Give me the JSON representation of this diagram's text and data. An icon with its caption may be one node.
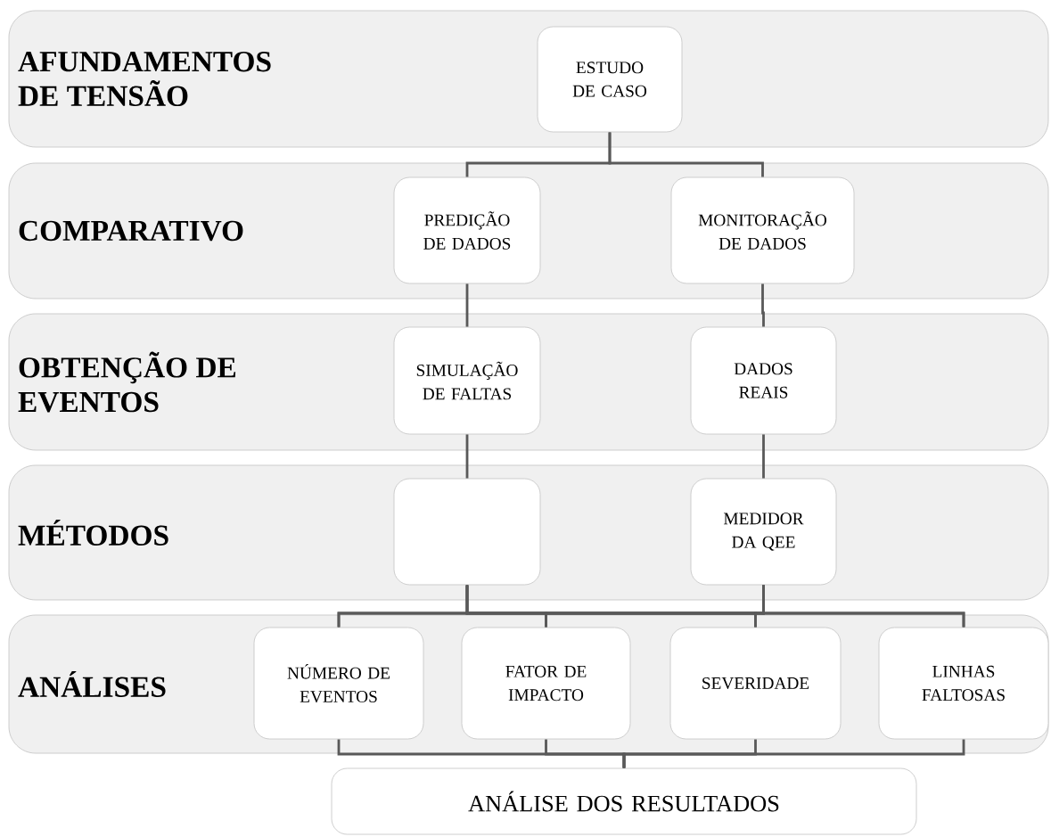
{
  "diagram": {
    "nodes": [
      {
        "text": [
          "AFUNDAMENTOS DE TENSÃO"
        ]
      },
      {
        "text": [
          "ESTUDO DE CASO"
        ],
        "in": 0
      },
      {
        "text": [
          "COMPARATIVO"
        ]
      },
      {
        "text": [
          "PREDIÇÃO DE DADOS"
        ],
        "in": 2
      },
      {
        "text": [
          "MONITORAÇÃO DE DADOS"
        ],
        "in": 2
      },
      {
        "text": [
          "OBTENÇÃO DE EVENTOS"
        ]
      },
      {
        "text": [
          "SIMULAÇÃO DE FALTAS"
        ],
        "in": 5
      },
      {
        "text": [
          "DADOS REAIS"
        ],
        "in": 5
      },
      {
        "text": [
          "MÉTODOS"
        ]
      },
      {
        "text": [],
        "shape": "box",
        "in": 8
      },
      {
        "text": [
          "MEDIDOR DA QEE"
        ],
        "in": 8
      },
      {
        "text": [
          "ANÁLISES"
        ]
      },
      {
        "text": [
          "NÚMERO DE EVENTOS"
        ],
        "in": 11
      },
      {
        "text": [
          "FATOR DE IMPACTO"
        ],
        "in": 11
      },
      {
        "text": [
          "SEVERIDADE"
        ],
        "in": 11
      },
      {
        "text": [
          "LINHAS FALTOSAS"
        ],
        "in": 11
      },
      {
        "text": [
          "ANÁLISE DOS RESULTADOS"
        ]
      }
    ],
    "edges": [
      {
        "from": 1,
        "to": 3,
        "arrow": "none"
      },
      {
        "from": 1,
        "to": 4,
        "arrow": "none"
      },
      {
        "from": 3,
        "to": 6,
        "arrow": "none"
      },
      {
        "from": 4,
        "to": 7,
        "arrow": "none"
      },
      {
        "from": 6,
        "to": 9,
        "arrow": "none"
      },
      {
        "from": 7,
        "to": 10,
        "arrow": "none"
      },
      {
        "from": 9,
        "to": 12,
        "arrow": "none"
      },
      {
        "from": 9,
        "to": 13,
        "arrow": "none"
      },
      {
        "from": 9,
        "to": 14,
        "arrow": "none"
      },
      {
        "from": 9,
        "to": 15,
        "arrow": "none"
      },
      {
        "from": 10,
        "to": 12,
        "arrow": "none"
      },
      {
        "from": 10,
        "to": 13,
        "arrow": "none"
      },
      {
        "from": 10,
        "to": 14,
        "arrow": "none"
      },
      {
        "from": 10,
        "to": 15,
        "arrow": "none"
      },
      {
        "from": 12,
        "to": 16,
        "arrow": "none"
      },
      {
        "from": 13,
        "to": 16,
        "arrow": "none"
      },
      {
        "from": 14,
        "to": 16,
        "arrow": "none"
      },
      {
        "from": 15,
        "to": 16,
        "arrow": "none"
      }
    ]
  }
}
